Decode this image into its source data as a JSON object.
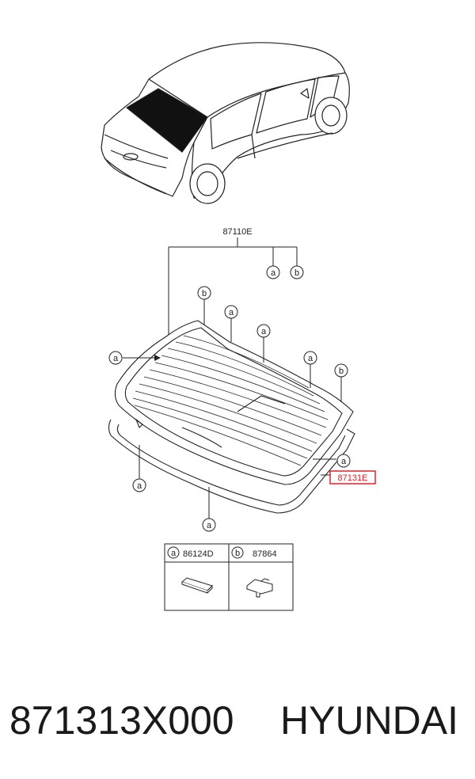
{
  "diagram": {
    "assembly_part_number": "87110E",
    "highlighted_part_number": "87131E",
    "highlight_color": "#e0202a",
    "line_color": "#222222",
    "glass_tint": "#111111",
    "callouts": {
      "a": "a",
      "b": "b"
    },
    "legend": {
      "a_letter": "a",
      "a_part": "86124D",
      "b_letter": "b",
      "b_part": "87864"
    }
  },
  "footer": {
    "part_code": "871313X000",
    "brand": "HYUNDAI"
  }
}
